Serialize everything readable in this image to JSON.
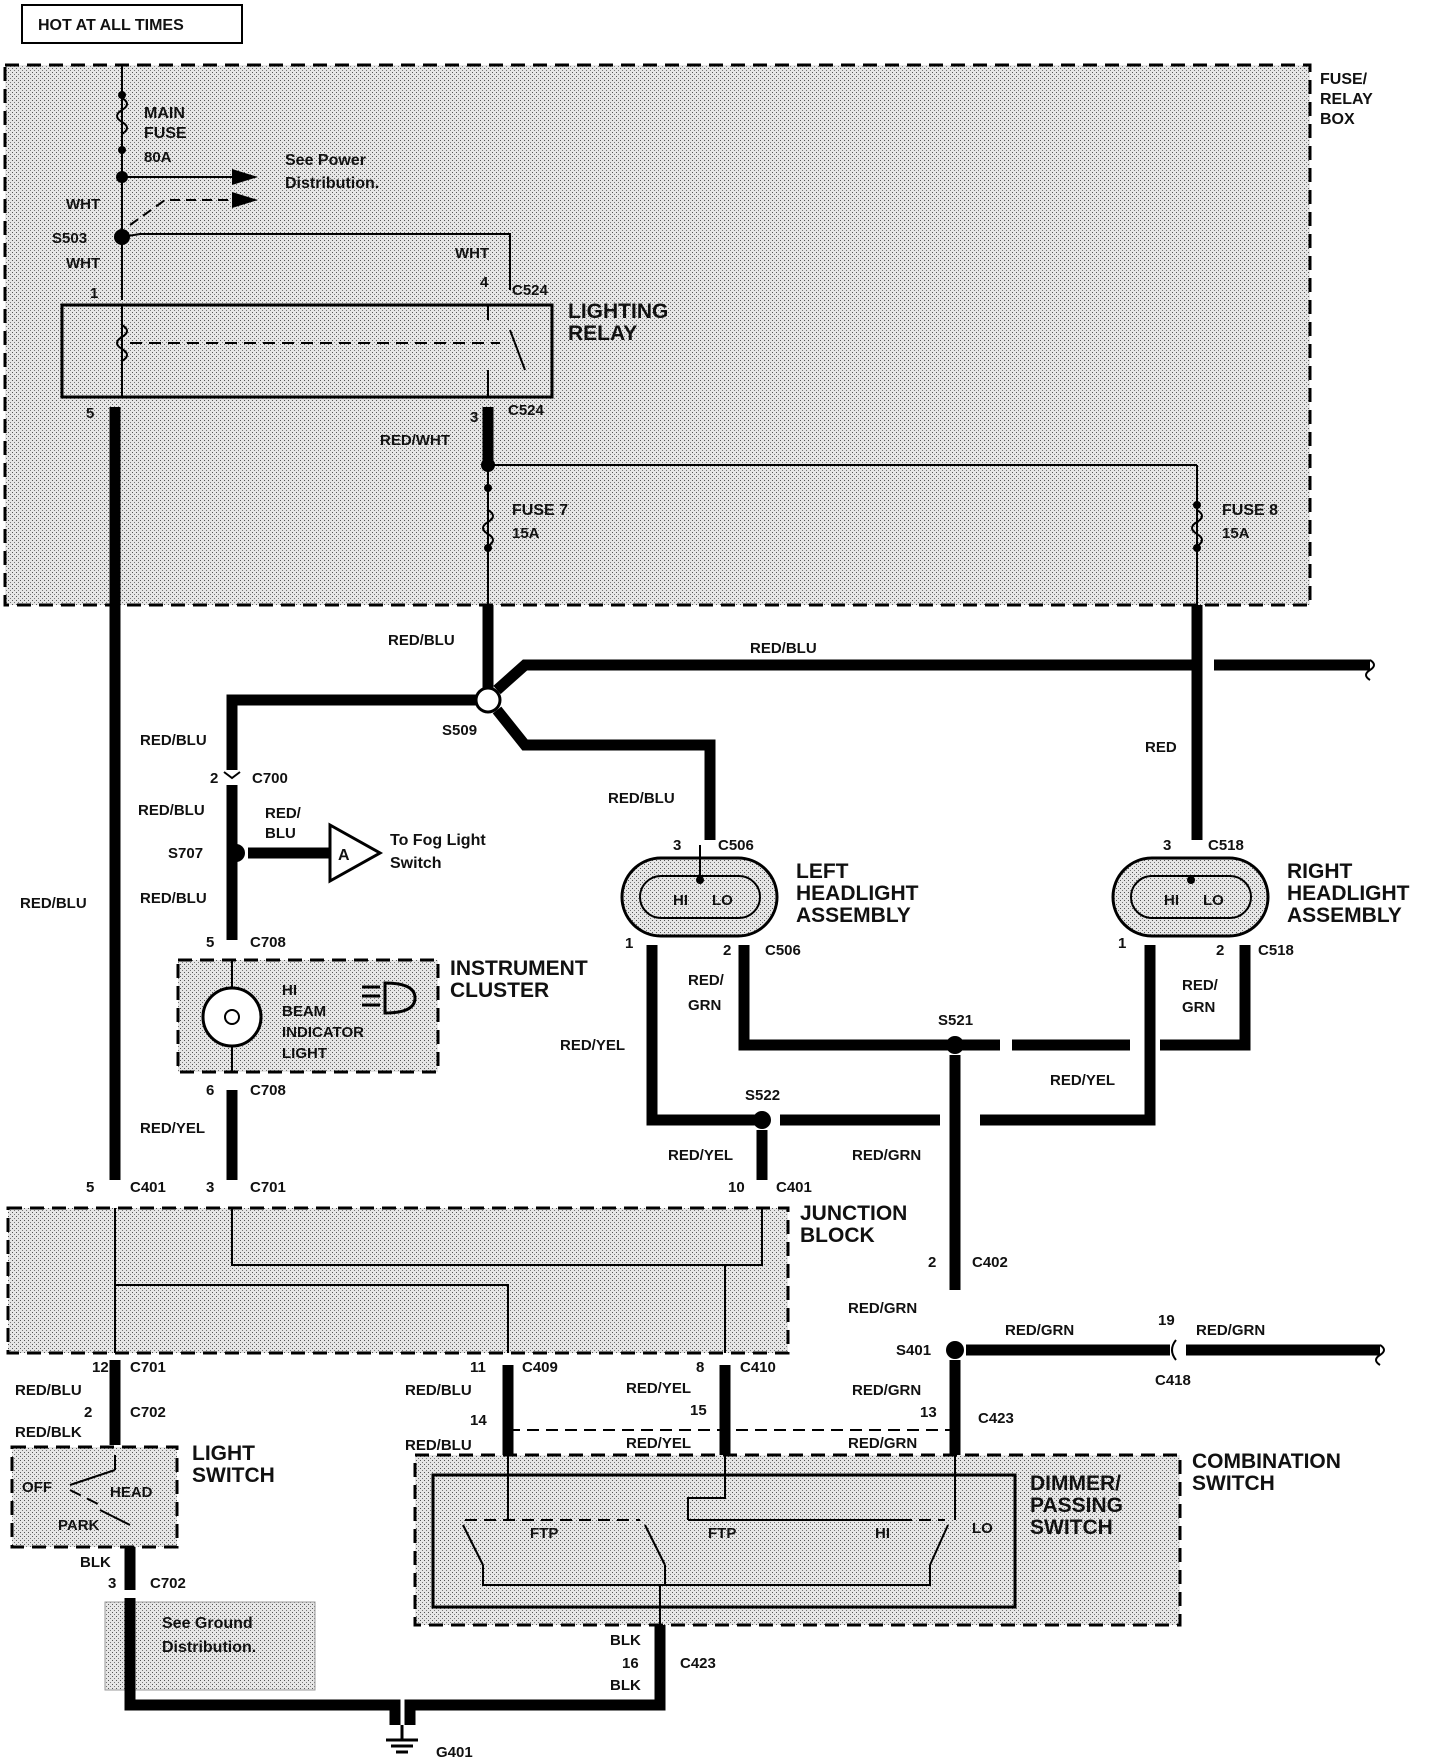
{
  "header": {
    "title": "HOT AT ALL TIMES"
  },
  "fuse_box": {
    "title": [
      "FUSE/",
      "RELAY",
      "BOX"
    ],
    "main_fuse": [
      "MAIN",
      "FUSE"
    ],
    "main_fuse_rating": "80A",
    "see_power": [
      "See Power",
      "Distribution."
    ],
    "splice_s503": "S503",
    "wht": "WHT",
    "lighting_relay": [
      "LIGHTING",
      "RELAY"
    ],
    "c524": "C524",
    "pin1": "1",
    "pin4": "4",
    "pin5": "5",
    "pin3": "3",
    "red_wht": "RED/WHT",
    "fuse7": "FUSE 7",
    "fuse7_rating": "15A",
    "fuse8": "FUSE 8",
    "fuse8_rating": "15A"
  },
  "wires": {
    "red_blu": "RED/BLU",
    "red": "RED",
    "red_yel": "RED/YEL",
    "red_grn": "RED/GRN",
    "red_blk": "RED/BLK",
    "blk": "BLK",
    "red_slash": "RED/",
    "blu": "BLU",
    "grn": "GRN"
  },
  "splices": {
    "s509": "S509",
    "s707": "S707",
    "s521": "S521",
    "s522": "S522",
    "s401": "S401"
  },
  "fog": {
    "marker": "A",
    "text": [
      "To Fog Light",
      "Switch"
    ]
  },
  "connectors": {
    "c700": "C700",
    "c708": "C708",
    "c506": "C506",
    "c518": "C518",
    "c401": "C401",
    "c701": "C701",
    "c402": "C402",
    "c409": "C409",
    "c410": "C410",
    "c702": "C702",
    "c423": "C423",
    "c418": "C418"
  },
  "pins": {
    "p1": "1",
    "p2": "2",
    "p3": "3",
    "p5": "5",
    "p6": "6",
    "p8": "8",
    "p10": "10",
    "p11": "11",
    "p12": "12",
    "p13": "13",
    "p14": "14",
    "p15": "15",
    "p16": "16",
    "p19": "19"
  },
  "left_headlight": {
    "title": [
      "LEFT",
      "HEADLIGHT",
      "ASSEMBLY"
    ],
    "hi": "HI",
    "lo": "LO"
  },
  "right_headlight": {
    "title": [
      "RIGHT",
      "HEADLIGHT",
      "ASSEMBLY"
    ],
    "hi": "HI",
    "lo": "LO"
  },
  "instrument_cluster": {
    "title": [
      "INSTRUMENT",
      "CLUSTER"
    ],
    "indicator": [
      "HI",
      "BEAM",
      "INDICATOR",
      "LIGHT"
    ]
  },
  "junction_block": {
    "title": [
      "JUNCTION",
      "BLOCK"
    ]
  },
  "light_switch": {
    "title": [
      "LIGHT",
      "SWITCH"
    ],
    "off": "OFF",
    "head": "HEAD",
    "park": "PARK"
  },
  "combination_switch": {
    "title": [
      "COMBINATION",
      "SWITCH"
    ],
    "sub": [
      "DIMMER/",
      "PASSING",
      "SWITCH"
    ],
    "ftp": "FTP",
    "hi": "HI",
    "lo": "LO"
  },
  "ground": {
    "see": [
      "See Ground",
      "Distribution."
    ],
    "g401": "G401"
  }
}
